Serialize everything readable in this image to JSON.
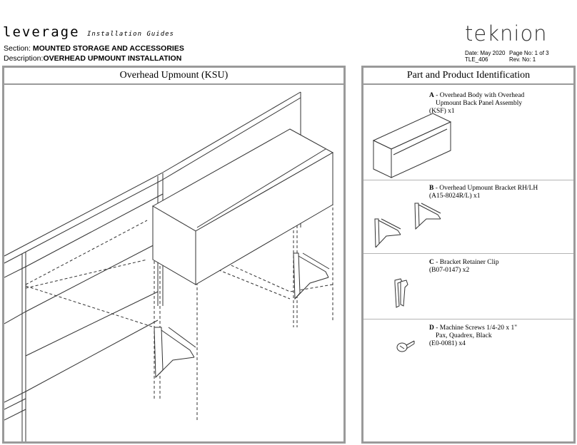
{
  "header": {
    "brand": "leverage",
    "brand_subtitle": "Installation Guides",
    "section_label": "Section:",
    "section_value": "MOUNTED STORAGE AND ACCESSORIES",
    "description_label": "Description:",
    "description_value": "OVERHEAD UPMOUNT INSTALLATION",
    "logo": "teknion",
    "date": "Date: May 2020",
    "page": "Page No: 1 of 3",
    "doc_id": "TLE_406",
    "revision": "Rev. No: 1"
  },
  "left_panel": {
    "title": "Overhead Upmount (KSU)",
    "icon": "overhead-upmount-installation-drawing"
  },
  "right_panel": {
    "title": "Part and Product Identification",
    "parts": [
      {
        "letter": "A",
        "line1": " - Overhead Body with Overhead",
        "line2": "Upmount  Back Panel Assembly",
        "line3": "(KSF) x1",
        "icon": "overhead-body-drawing"
      },
      {
        "letter": "B",
        "line1": " - Overhead Upmount Bracket RH/LH",
        "line2": "(A15-8024R/L) x1",
        "icon": "bracket-drawing"
      },
      {
        "letter": "C",
        "line1": " - Bracket Retainer Clip",
        "line2": "(B07-0147) x2",
        "icon": "retainer-clip-drawing"
      },
      {
        "letter": "D",
        "line1": " - Machine Screws 1/4-20 x 1\"",
        "line2": "Pax, Quadrex, Black",
        "line3": "(E0-0081) x4",
        "icon": "machine-screw-drawing"
      }
    ]
  }
}
